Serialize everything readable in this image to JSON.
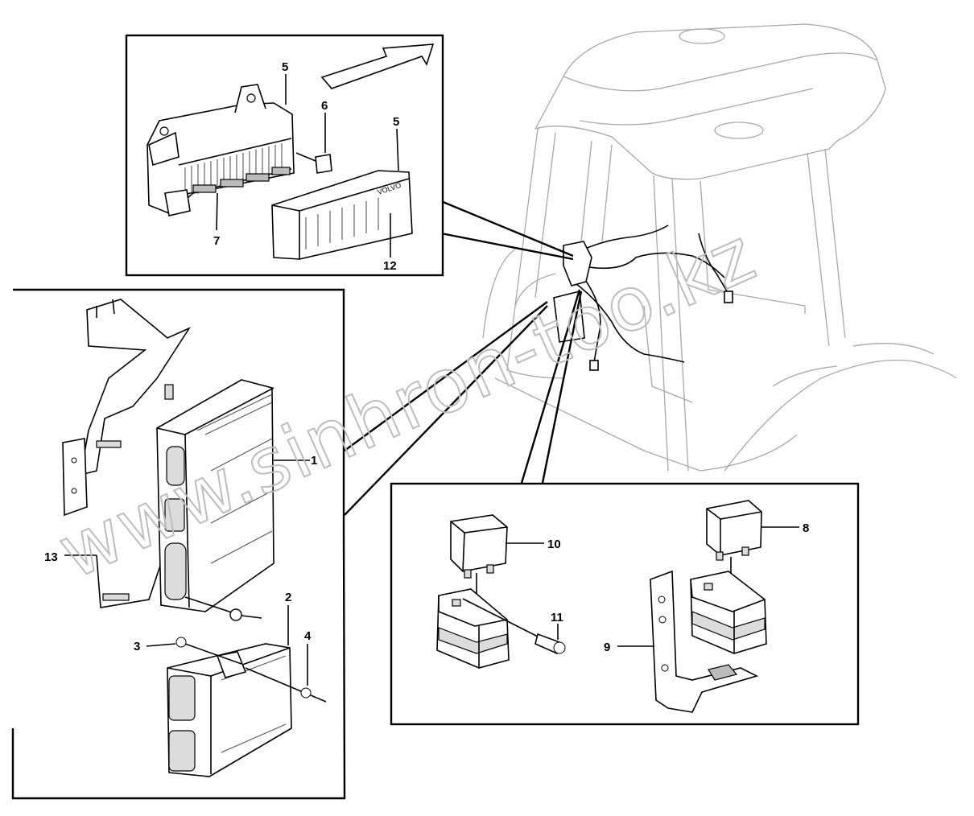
{
  "watermark": "www.sinhron-too.kz",
  "panels": {
    "fuse_box": {
      "callouts": [
        "5",
        "6",
        "5",
        "7",
        "12"
      ]
    },
    "ecu": {
      "callouts": [
        "1",
        "13",
        "2",
        "3",
        "4"
      ]
    },
    "relays": {
      "callouts": [
        "10",
        "11",
        "8",
        "9"
      ]
    }
  },
  "cover_brand": "VOLVO",
  "colors": {
    "line": "#000000",
    "ghost": "#a8a8a8",
    "watermark": "#bdbdbd",
    "background": "#ffffff"
  }
}
